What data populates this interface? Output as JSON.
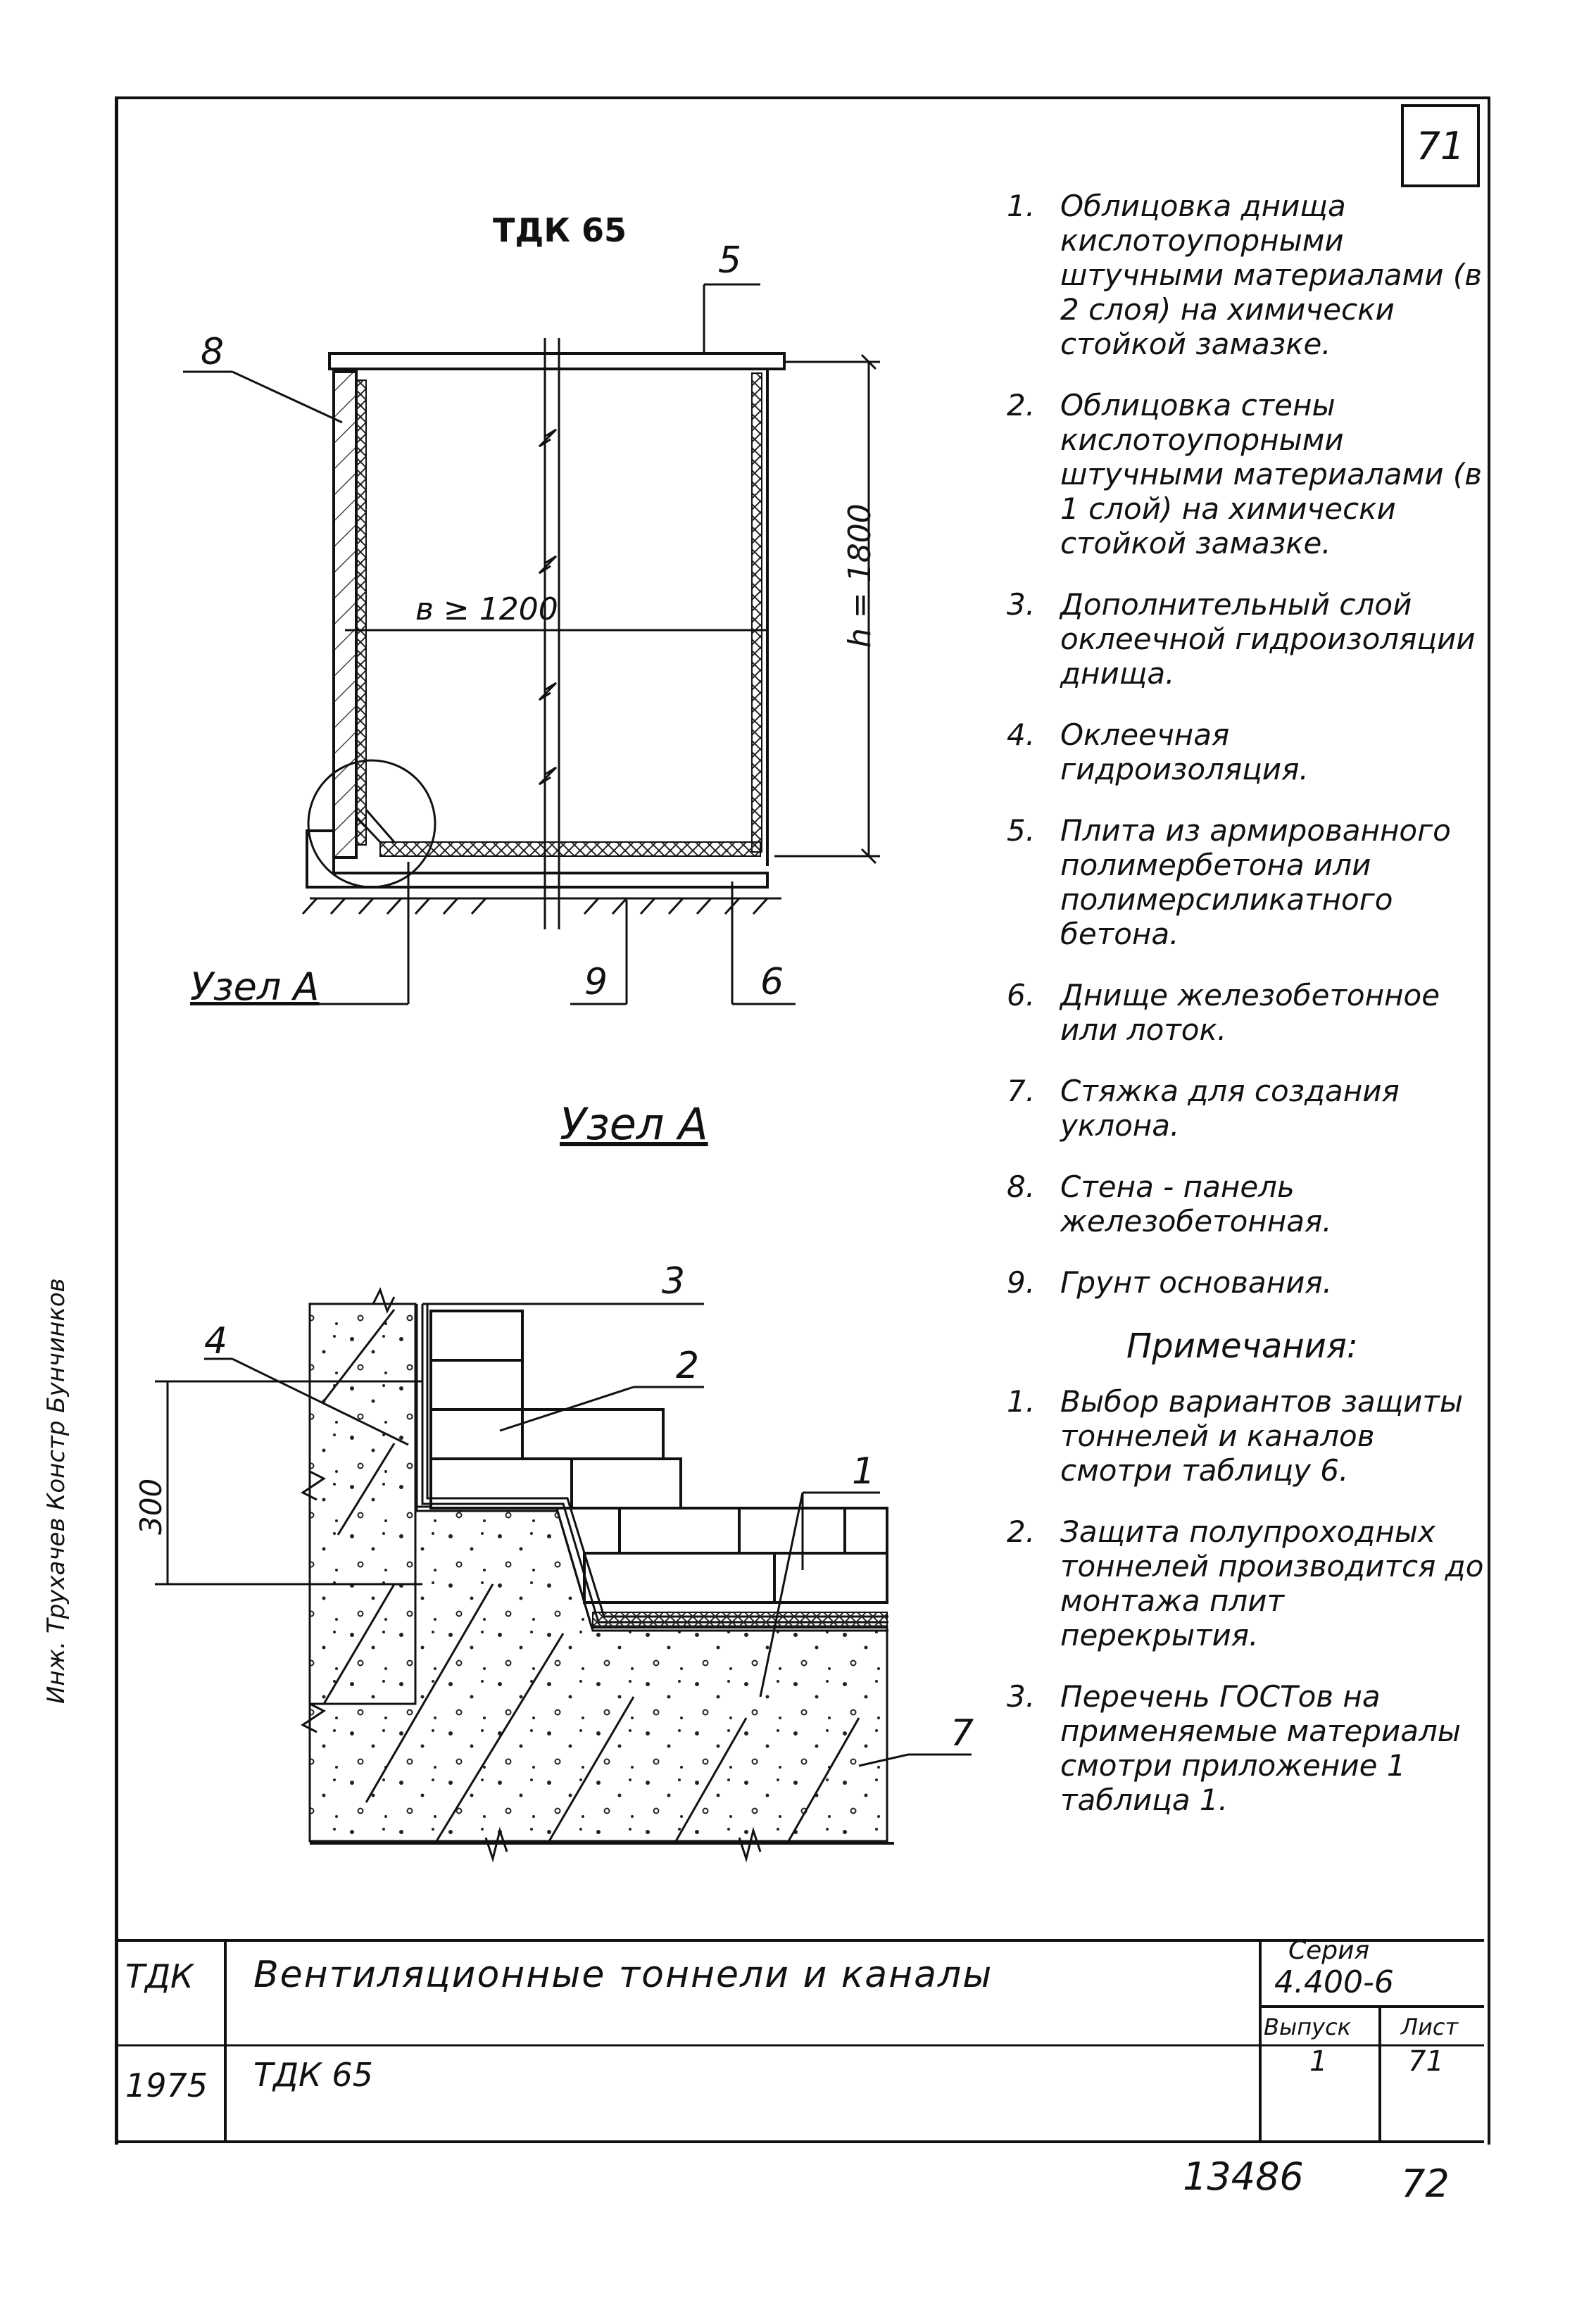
{
  "sheet_number": "71",
  "drawing_title": "ТДК 65",
  "node_title": "Узел А",
  "node_label": "Узел А",
  "dim_width": "в ≥ 1200",
  "dim_height": "h = 1800",
  "dim_300": "300",
  "callouts_top": [
    "5",
    "8",
    "9",
    "6"
  ],
  "callouts_detail": [
    "3",
    "4",
    "2",
    "1",
    "7"
  ],
  "legend": [
    {
      "num": "1.",
      "text": "Облицовка днища кислотоупорными штучными материалами (в 2 слоя) на химически стойкой замазке."
    },
    {
      "num": "2.",
      "text": "Облицовка стены кислотоупорными штучными материалами (в 1 слой) на химически стойкой замазке."
    },
    {
      "num": "3.",
      "text": "Дополнительный слой оклеечной гидроизоляции днища."
    },
    {
      "num": "4.",
      "text": "Оклеечная гидроизоляция."
    },
    {
      "num": "5.",
      "text": "Плита из армированного полимербетона или полимерсиликатного бетона."
    },
    {
      "num": "6.",
      "text": "Днище железобетонное или лоток."
    },
    {
      "num": "7.",
      "text": "Стяжка для создания уклона."
    },
    {
      "num": "8.",
      "text": "Стена - панель железобетонная."
    },
    {
      "num": "9.",
      "text": "Грунт основания."
    }
  ],
  "notes_title": "Примечания:",
  "notes": [
    {
      "num": "1.",
      "text": "Выбор вариантов защиты тоннелей и каналов смотри таблицу 6."
    },
    {
      "num": "2.",
      "text": "Защита полупроходных тоннелей производится до монтажа плит перекрытия."
    },
    {
      "num": "3.",
      "text": "Перечень ГОСТов на применяемые материалы смотри приложение 1 таблица 1."
    }
  ],
  "stamp": {
    "code": "ТДК",
    "year": "1975",
    "title": "Вентиляционные тоннели и каналы",
    "subtitle": "ТДК 65",
    "series_label": "Серия",
    "series_value": "4.400-6",
    "issue_label": "Выпуск",
    "issue_value": "1",
    "sheet_label": "Лист",
    "sheet_value": "71"
  },
  "footer_number": "13486",
  "footer_page": "72",
  "side_text": "Инж. Трухачев  Констр  Бунчинков"
}
